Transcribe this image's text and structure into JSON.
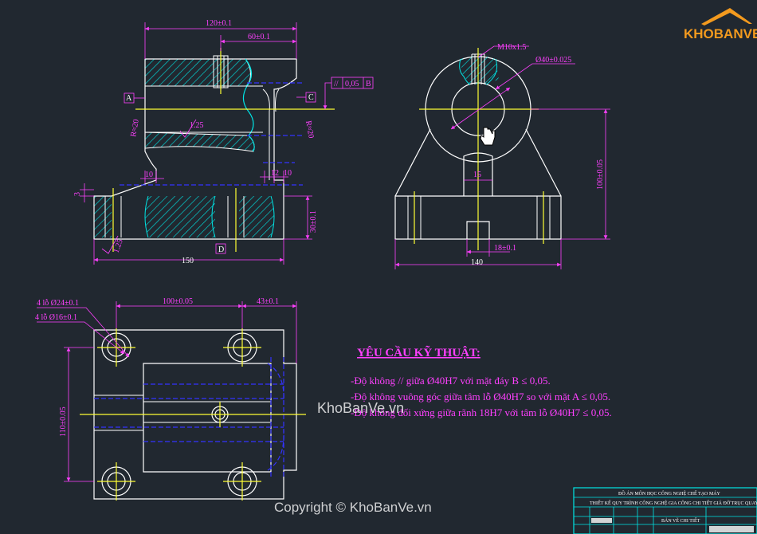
{
  "logo": {
    "text": "KHOBANVE"
  },
  "watermark": {
    "center": "KhoBanVe.vn",
    "bottom": "Copyright © KhoBanVe.vn"
  },
  "colors": {
    "background": "#212830",
    "outline": "#ffffff",
    "dimension": "#ff40ff",
    "centerline": "#ffff33",
    "hidden": "#3333ff",
    "hatch": "#00e5e5",
    "logo_orange": "#f39a1e"
  },
  "front_view": {
    "dims": {
      "total_width": "120±0.1",
      "half_width": "60±0.1",
      "r_left": "R≈20",
      "r_right": "R≈20",
      "roughness_top": "1.25",
      "roughness_bottom": "1.25",
      "step_left": "10",
      "step_12": "12",
      "step_10": "10",
      "base_thickness": "3",
      "base_height": "30±0.1",
      "base_length": "150"
    },
    "datums": {
      "a": "A",
      "c": "C",
      "d": "D"
    },
    "tolerance_frame": {
      "symbol": "//",
      "value": "0,05",
      "ref": "B"
    }
  },
  "side_view": {
    "dims": {
      "thread": "M10x1.5",
      "bore": "Ø40±0.025",
      "height": "100±0.05",
      "rib": "15",
      "slot": "18±0.1",
      "width": "140"
    }
  },
  "top_view": {
    "dims": {
      "hole_outer": "4 lỗ Ø24±0.1",
      "hole_inner": "4 lỗ Ø16±0.1",
      "hole_spacing": "100±0.05",
      "edge_offset": "43±0.1",
      "height": "110±0.05"
    }
  },
  "requirements": {
    "title": "YÊU CẦU KỸ THUẬT:",
    "items": [
      "-Độ không // giữa Ø40H7 với mặt đáy B  ≤ 0,05.",
      "-Độ không vuông góc giữa  tâm lỗ Ø40H7 so với mặt A ≤  0,05.",
      "-Độ không đối xứng giữa rãnh 18H7 với tâm lỗ Ø40H7 ≤ 0,05."
    ]
  },
  "title_block": {
    "line1": "ĐỒ ÁN MÔN HỌC CÔNG NGHỆ CHẾ TẠO MÁY",
    "line2": "THIẾT KẾ QUY TRÌNH CÔNG NGHỆ GIA CÔNG CHI TIẾT GIÁ ĐỠ TRỤC QUAY",
    "line3": "BẢN VẼ CHI TIẾT"
  }
}
